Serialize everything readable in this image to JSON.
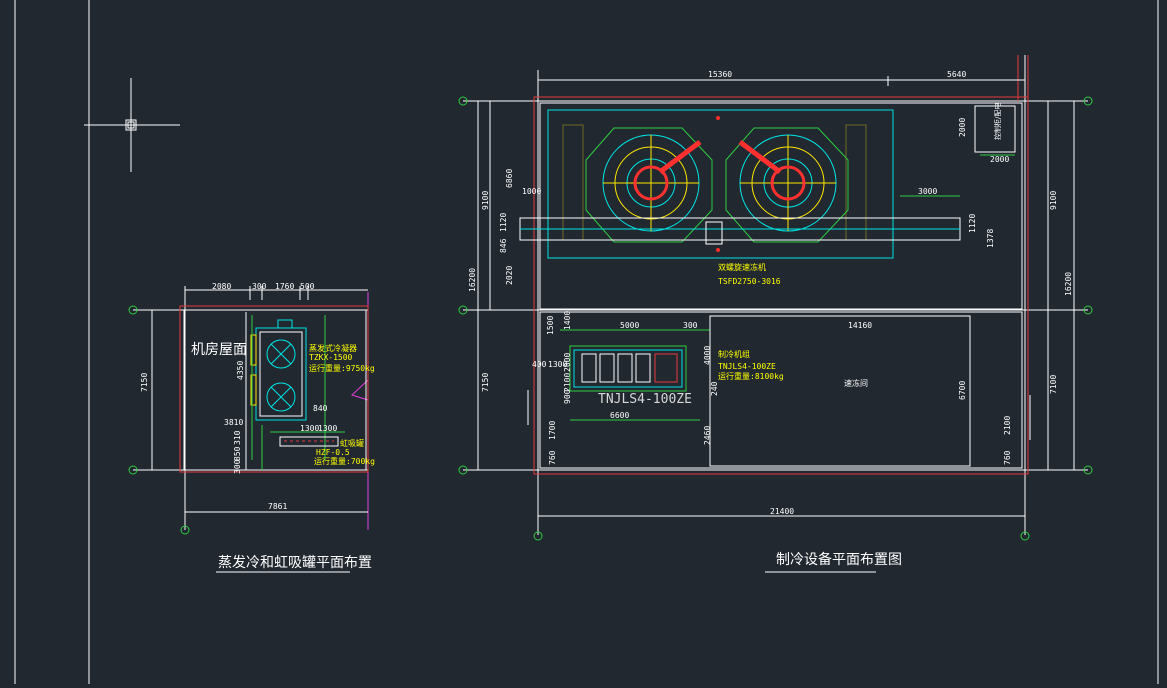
{
  "colors": {
    "background": "#212830",
    "line": "#ffffff",
    "wall": "#e23b3b",
    "equipment": "#00e5e5",
    "dimension": "#2ecc40",
    "tank": "#ffe600",
    "boundary": "#e040e0"
  },
  "left_plan": {
    "title": "蒸发冷和虹吸罐平面布置",
    "room_label": "机房屋面",
    "top_dims": [
      "2080",
      "300",
      "1760",
      "500"
    ],
    "left_dim": "7150",
    "bottom_dim": "7861",
    "side_dims": [
      "4350",
      "3810",
      "310",
      "850",
      "300"
    ],
    "inner_dims": [
      "840",
      "1300",
      "1300"
    ],
    "condenser": {
      "name": "蒸发式冷凝器",
      "model": "TZKX-1500",
      "weight": "运行重量:9750kg"
    },
    "siphon": {
      "name": "虹吸罐",
      "model": "HZF-0.5",
      "weight": "运行重量:700kg"
    }
  },
  "right_plan": {
    "title": "制冷设备平面布置图",
    "top_dims": [
      "15360",
      "5640"
    ],
    "left_dims": [
      "9100",
      "16200",
      "7150",
      "6860",
      "1120",
      "846",
      "2020",
      "1500",
      "1400",
      "2100",
      "1700",
      "760"
    ],
    "right_dims": [
      "9100",
      "16200",
      "7100"
    ],
    "bottom_dim": "21400",
    "freezer": {
      "name": "双螺旋速冻机",
      "model": "TSFD2750-3016"
    },
    "chiller": {
      "name": "制冷机组",
      "model": "TNJLS4-100ZE",
      "weight": "运行重量:8100kg",
      "big_label": "TNJLS4-100ZE"
    },
    "room_label": "速冻间",
    "annex_label": "控制柜/配电",
    "inner_dims": [
      "1000",
      "3000",
      "1120",
      "1378",
      "2000",
      "2000",
      "5000",
      "300",
      "14160",
      "6700",
      "2100",
      "760",
      "4000",
      "2460",
      "400",
      "1300",
      "2000",
      "900",
      "6600",
      "240"
    ]
  }
}
